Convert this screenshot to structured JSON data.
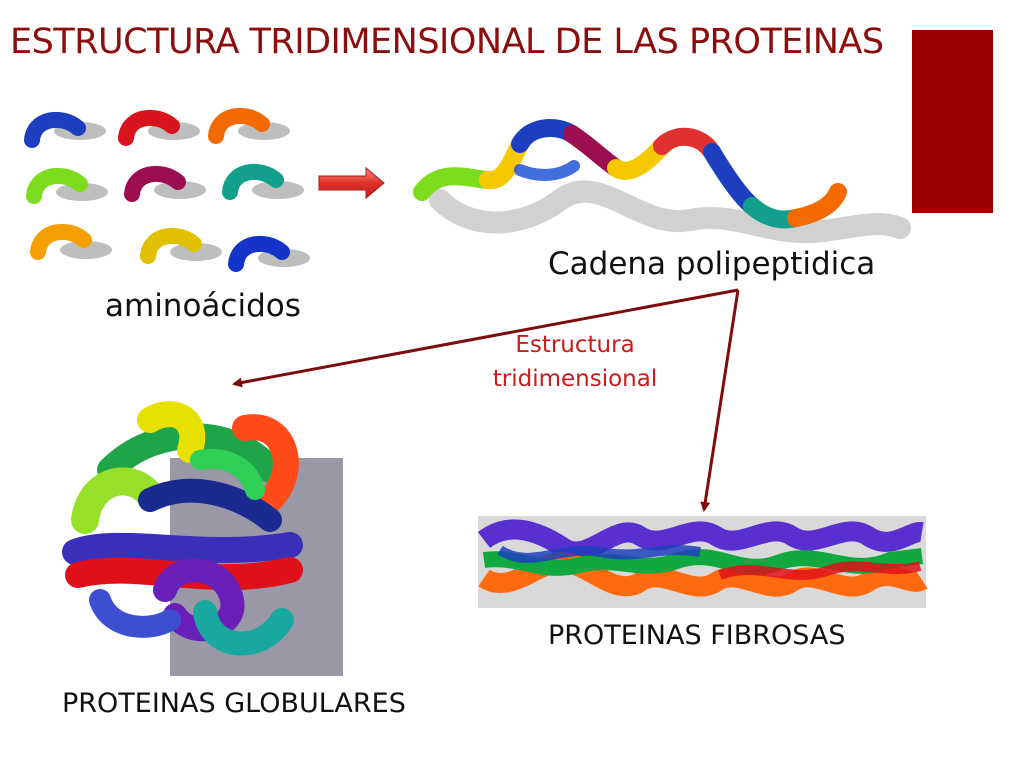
{
  "slide": {
    "title": "ESTRUCTURA TRIDIMENSIONAL DE LAS PROTEINAS",
    "accent_color": "#9b0000",
    "title_color": "#8b0d0d"
  },
  "labels": {
    "amino_acids": "aminoácidos",
    "polypeptide_chain": "Cadena polipeptidica",
    "tridimensional_line1": "Estructura",
    "tridimensional_line2": "tridimensional",
    "fibrous": "PROTEINAS FIBROSAS",
    "globular": "PROTEINAS GLOBULARES"
  },
  "images": {
    "amino_acid_pieces": "tangle-pieces-image",
    "polypeptide_chain": "tangle-chain-image",
    "globular_protein": "tangle-ball-image",
    "fibrous_protein": "tangle-twist-image"
  },
  "piece_colors": [
    "#1d3fbf",
    "#d7141e",
    "#f26a00",
    "#7ddc1e",
    "#9c0e4f",
    "#12a08c",
    "#f5a000",
    "#e0c000",
    "#1533c8"
  ]
}
